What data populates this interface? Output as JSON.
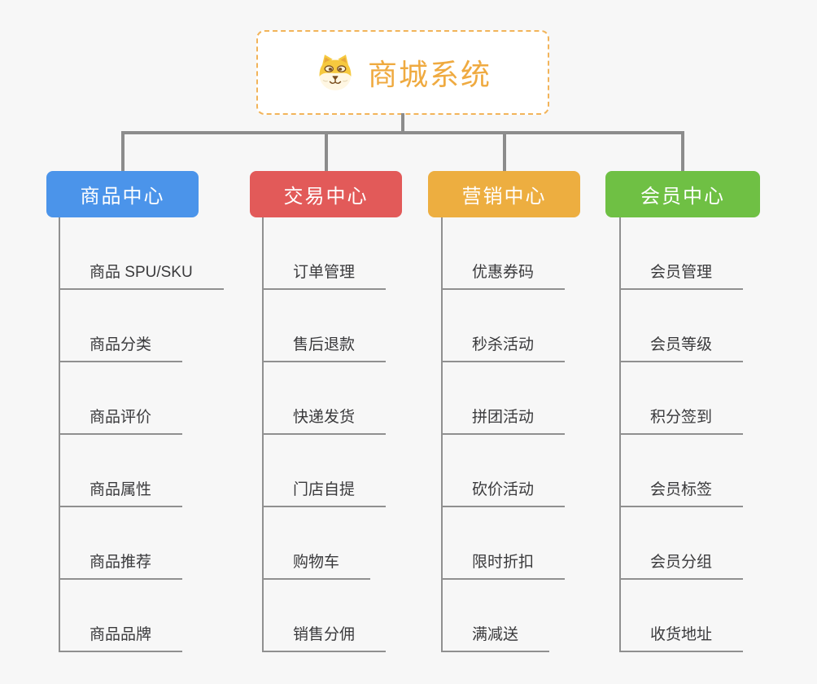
{
  "root": {
    "title": "商城系统",
    "icon": "dog-face-icon",
    "text_color": "#EFAA40",
    "border_color": "#F2B45A"
  },
  "connector_color": "#8C8C8C",
  "leaf_line_color": "#909090",
  "branches": [
    {
      "label": "商品中心",
      "color": "#4B94EA",
      "items": [
        "商品 SPU/SKU",
        "商品分类",
        "商品评价",
        "商品属性",
        "商品推荐",
        "商品品牌"
      ]
    },
    {
      "label": "交易中心",
      "color": "#E25A59",
      "items": [
        "订单管理",
        "售后退款",
        "快递发货",
        "门店自提",
        "购物车",
        "销售分佣"
      ]
    },
    {
      "label": "营销中心",
      "color": "#EDAE40",
      "items": [
        "优惠券码",
        "秒杀活动",
        "拼团活动",
        "砍价活动",
        "限时折扣",
        "满减送"
      ]
    },
    {
      "label": "会员中心",
      "color": "#6FC044",
      "items": [
        "会员管理",
        "会员等级",
        "积分签到",
        "会员标签",
        "会员分组",
        "收货地址"
      ]
    }
  ]
}
